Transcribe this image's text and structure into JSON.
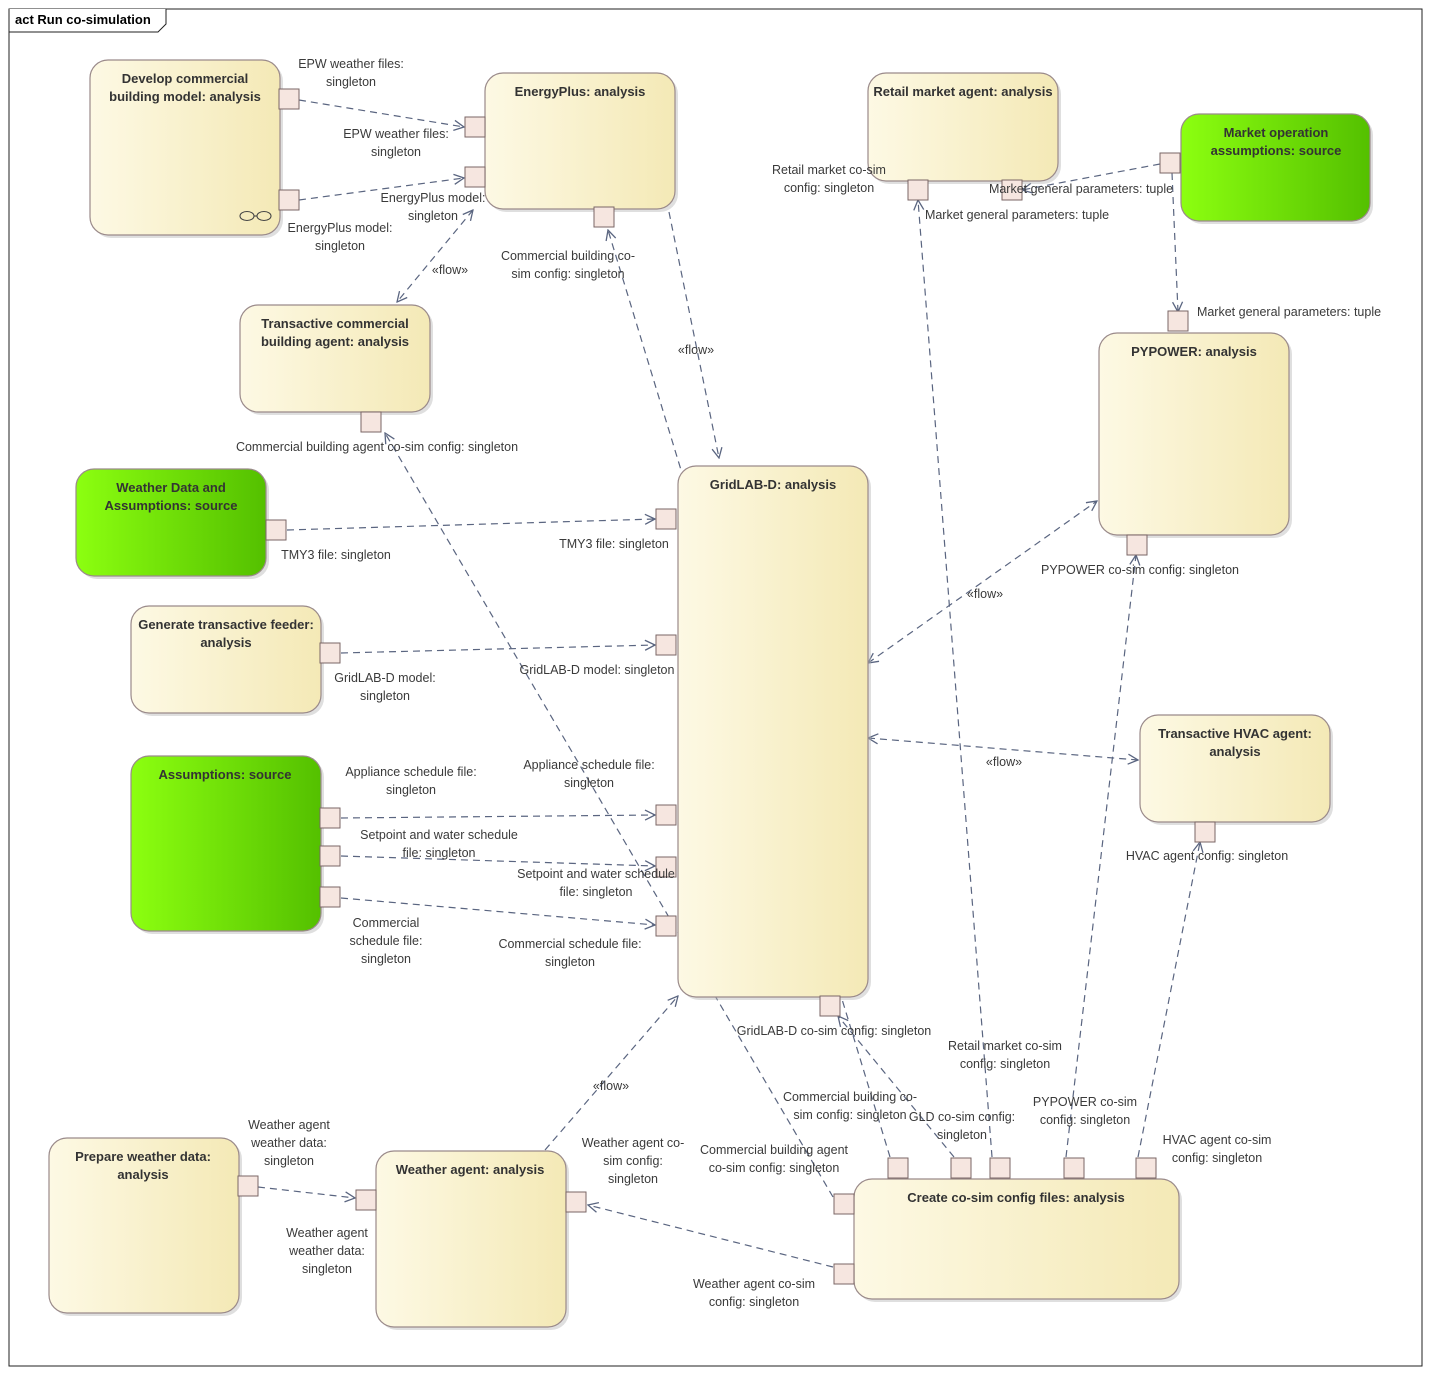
{
  "frame": {
    "title": "act Run co-simulation"
  },
  "colors": {
    "analysis_fill_start": "#fdf9e4",
    "analysis_fill_end": "#f4e9b6",
    "source_fill_start": "#8cff10",
    "source_fill_end": "#54c000",
    "port_fill": "#f6e6e0",
    "edge_color": "#5a6580"
  },
  "nodes": [
    {
      "id": "develop",
      "title": [
        "Develop commercial",
        "building model: analysis"
      ],
      "kind": "analysis",
      "has_link_icon": true
    },
    {
      "id": "energyplus",
      "title": [
        "EnergyPlus: analysis"
      ],
      "kind": "analysis"
    },
    {
      "id": "retail",
      "title": [
        "Retail market agent: analysis"
      ],
      "kind": "analysis"
    },
    {
      "id": "marketop",
      "title": [
        "Market operation",
        "assumptions: source"
      ],
      "kind": "source"
    },
    {
      "id": "tcba",
      "title": [
        "Transactive commercial",
        "building agent: analysis"
      ],
      "kind": "analysis"
    },
    {
      "id": "pypower",
      "title": [
        "PYPOWER: analysis"
      ],
      "kind": "analysis"
    },
    {
      "id": "weatherdata",
      "title": [
        "Weather Data and",
        "Assumptions: source"
      ],
      "kind": "source"
    },
    {
      "id": "gridlabd",
      "title": [
        "GridLAB-D: analysis"
      ],
      "kind": "analysis"
    },
    {
      "id": "genfeeder",
      "title": [
        "Generate transactive feeder:",
        "analysis"
      ],
      "kind": "analysis"
    },
    {
      "id": "hvac",
      "title": [
        "Transactive HVAC agent:",
        "analysis"
      ],
      "kind": "analysis"
    },
    {
      "id": "assumptions",
      "title": [
        "Assumptions: source"
      ],
      "kind": "source"
    },
    {
      "id": "prepweather",
      "title": [
        "Prepare weather data:",
        "analysis"
      ],
      "kind": "analysis"
    },
    {
      "id": "weatheragent",
      "title": [
        "Weather agent: analysis"
      ],
      "kind": "analysis"
    },
    {
      "id": "cosim",
      "title": [
        "Create co-sim config files: analysis"
      ],
      "kind": "analysis"
    }
  ],
  "labels": [
    {
      "id": "l1",
      "lines": [
        "EPW weather files:",
        "singleton"
      ]
    },
    {
      "id": "l2",
      "lines": [
        "EPW weather files:",
        "singleton"
      ]
    },
    {
      "id": "l3",
      "lines": [
        "EnergyPlus model:",
        "singleton"
      ]
    },
    {
      "id": "l4",
      "lines": [
        "EnergyPlus model:",
        "singleton"
      ]
    },
    {
      "id": "l5",
      "lines": [
        "Commercial building co-",
        "sim config: singleton"
      ]
    },
    {
      "id": "l6",
      "lines": [
        "«flow»"
      ]
    },
    {
      "id": "l7",
      "lines": [
        "«flow»"
      ]
    },
    {
      "id": "l8",
      "lines": [
        "Retail market co-sim",
        "config: singleton"
      ]
    },
    {
      "id": "l9",
      "lines": [
        "Market general parameters: tuple"
      ]
    },
    {
      "id": "l10",
      "lines": [
        "Market general parameters: tuple"
      ]
    },
    {
      "id": "l11",
      "lines": [
        "Market general parameters: tuple"
      ]
    },
    {
      "id": "l12",
      "lines": [
        "Commercial building agent co-sim config: singleton"
      ]
    },
    {
      "id": "l13",
      "lines": [
        "TMY3 file: singleton"
      ]
    },
    {
      "id": "l14",
      "lines": [
        "TMY3 file: singleton"
      ]
    },
    {
      "id": "l15",
      "lines": [
        "PYPOWER co-sim config: singleton"
      ]
    },
    {
      "id": "l16",
      "lines": [
        "«flow»"
      ]
    },
    {
      "id": "l17",
      "lines": [
        "GridLAB-D model:",
        "singleton"
      ]
    },
    {
      "id": "l18",
      "lines": [
        "GridLAB-D model: singleton"
      ]
    },
    {
      "id": "l19",
      "lines": [
        "«flow»"
      ]
    },
    {
      "id": "l20",
      "lines": [
        "Appliance schedule file:",
        "singleton"
      ]
    },
    {
      "id": "l21",
      "lines": [
        "Appliance schedule file:",
        "singleton"
      ]
    },
    {
      "id": "l22",
      "lines": [
        "HVAC agent config: singleton"
      ]
    },
    {
      "id": "l23",
      "lines": [
        "Setpoint and water schedule",
        "file: singleton"
      ]
    },
    {
      "id": "l24",
      "lines": [
        "Setpoint and water schedule",
        "file: singleton"
      ]
    },
    {
      "id": "l25",
      "lines": [
        "Commercial",
        "schedule file:",
        "singleton"
      ]
    },
    {
      "id": "l26",
      "lines": [
        "Commercial schedule file:",
        "singleton"
      ]
    },
    {
      "id": "l27",
      "lines": [
        "GridLAB-D co-sim config: singleton"
      ]
    },
    {
      "id": "l28",
      "lines": [
        "Retail market co-sim",
        "config: singleton"
      ]
    },
    {
      "id": "l29",
      "lines": [
        "«flow»"
      ]
    },
    {
      "id": "l30",
      "lines": [
        "Commercial building co-",
        "sim config: singleton"
      ]
    },
    {
      "id": "l31",
      "lines": [
        "GLD co-sim config:",
        "singleton"
      ]
    },
    {
      "id": "l32",
      "lines": [
        "PYPOWER co-sim",
        "config: singleton"
      ]
    },
    {
      "id": "l33",
      "lines": [
        "HVAC agent co-sim",
        "config: singleton"
      ]
    },
    {
      "id": "l34",
      "lines": [
        "Weather agent",
        "weather data:",
        "singleton"
      ]
    },
    {
      "id": "l35",
      "lines": [
        "Weather agent co-",
        "sim config:",
        "singleton"
      ]
    },
    {
      "id": "l36",
      "lines": [
        "Commercial building agent",
        "co-sim config: singleton"
      ]
    },
    {
      "id": "l37",
      "lines": [
        "Weather agent",
        "weather data:",
        "singleton"
      ]
    },
    {
      "id": "l38",
      "lines": [
        "Weather agent co-sim",
        "config: singleton"
      ]
    }
  ]
}
